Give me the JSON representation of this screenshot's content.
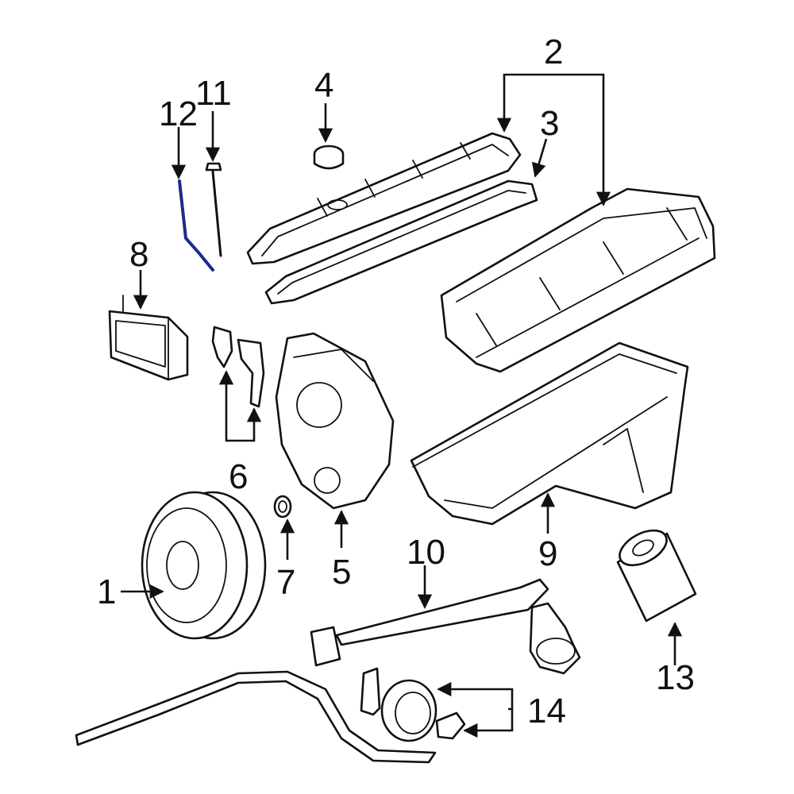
{
  "diagram": {
    "highlight_color": "#1f2a8c",
    "line_color": "#111111",
    "callouts": [
      {
        "id": "1",
        "label": "1",
        "part": "crankshaft-pulley"
      },
      {
        "id": "2",
        "label": "2",
        "part": "valve-cover"
      },
      {
        "id": "3",
        "label": "3",
        "part": "valve-cover-gasket"
      },
      {
        "id": "4",
        "label": "4",
        "part": "oil-filler-cap"
      },
      {
        "id": "5",
        "label": "5",
        "part": "timing-cover"
      },
      {
        "id": "6",
        "label": "6",
        "part": "timing-cover-gaskets"
      },
      {
        "id": "7",
        "label": "7",
        "part": "crankshaft-seal"
      },
      {
        "id": "8",
        "label": "8",
        "part": "oil-cooler"
      },
      {
        "id": "9",
        "label": "9",
        "part": "oil-pan"
      },
      {
        "id": "10",
        "label": "10",
        "part": "oil-pump-pickup-tube"
      },
      {
        "id": "11",
        "label": "11",
        "part": "dipstick"
      },
      {
        "id": "12",
        "label": "12",
        "part": "dipstick-tube"
      },
      {
        "id": "13",
        "label": "13",
        "part": "oil-filter"
      },
      {
        "id": "14",
        "label": "14",
        "part": "oil-pump"
      }
    ]
  }
}
